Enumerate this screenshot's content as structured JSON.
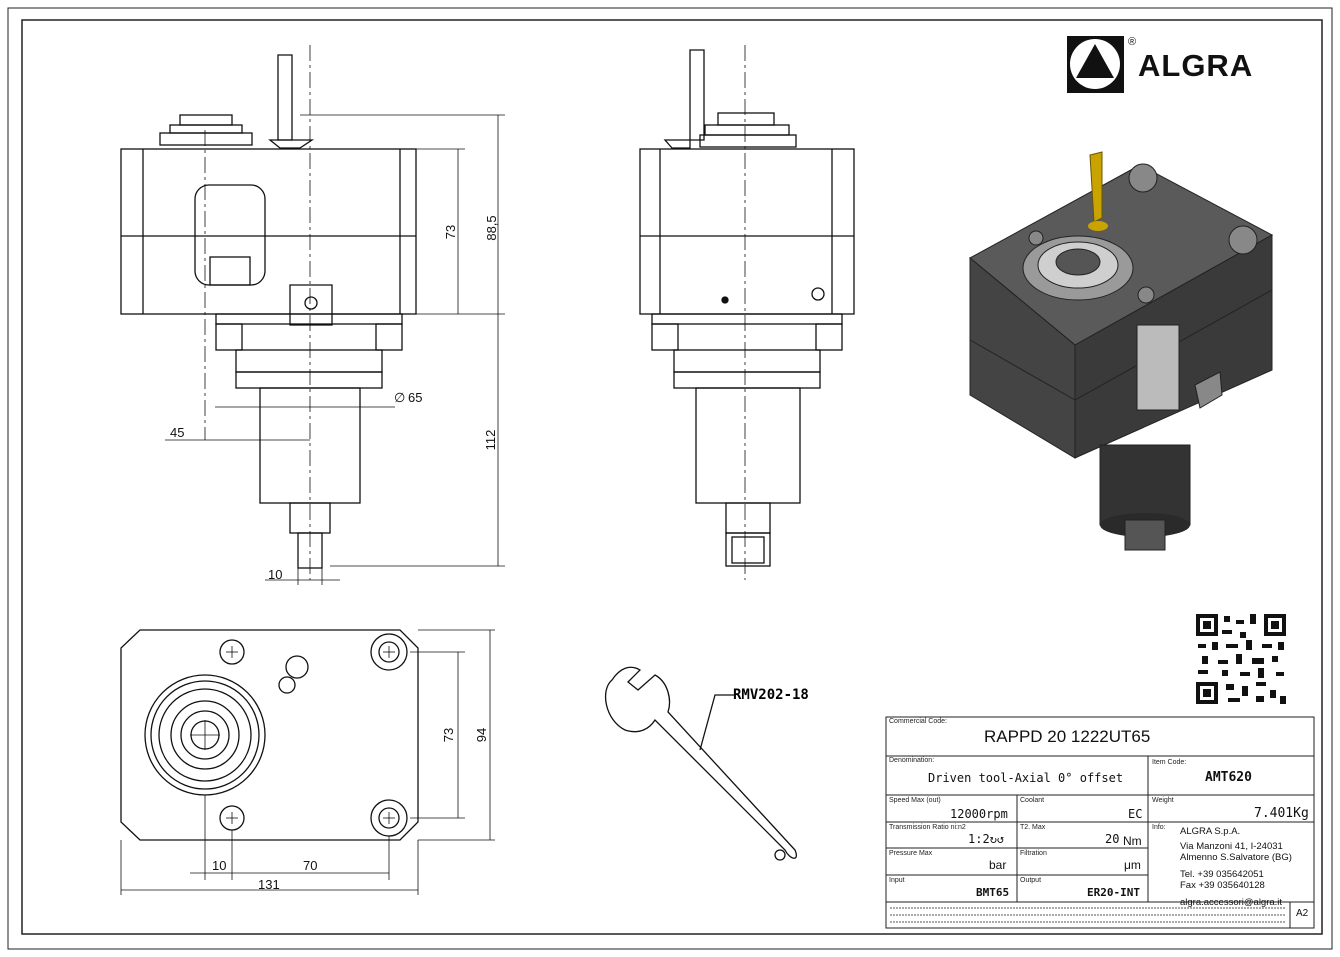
{
  "brand": {
    "name": "ALGRA",
    "reg": "®"
  },
  "dims": {
    "h88": "88,5",
    "h73": "73",
    "h112": "112",
    "dia65": "65",
    "w45": "45",
    "w10a": "10",
    "v73": "73",
    "v94": "94",
    "w10b": "10",
    "w70": "70",
    "w131": "131"
  },
  "wrench_label": "RMV202-18",
  "titleblock": {
    "commercial_code_label": "Commercial Code:",
    "commercial_code": "RAPPD 20 1222UT65",
    "denomination_label": "Denomination:",
    "denomination": "Driven tool-Axial 0° offset",
    "item_code_label": "Item Code:",
    "item_code": "AMT620",
    "speed_label": "Speed Max (out)",
    "speed": "12000rpm",
    "coolant_label": "Coolant",
    "coolant": "EC",
    "weight_label": "Weight",
    "weight": "7.401Kg",
    "ratio_label": "Transmission Ratio ni:n2",
    "ratio": "1:2↻↺",
    "torque_label": "T2. Max",
    "torque": "20",
    "torque_unit": "Nm",
    "info_label": "Info:",
    "pressure_label": "Pressure Max",
    "pressure": "bar",
    "filtration_label": "Filtration",
    "filtration": "μm",
    "input_label": "Input",
    "input": "BMT65",
    "output_label": "Output",
    "output": "ER20-INT",
    "company": "ALGRA S.p.A.",
    "address1": "Via Manzoni 41, I-24031",
    "address2": "Almenno S.Salvatore (BG)",
    "tel": "Tel. +39 035642051",
    "fax": "Fax +39 035640128",
    "email": "algra.accessori@algra.it",
    "sheet_size": "A2"
  }
}
